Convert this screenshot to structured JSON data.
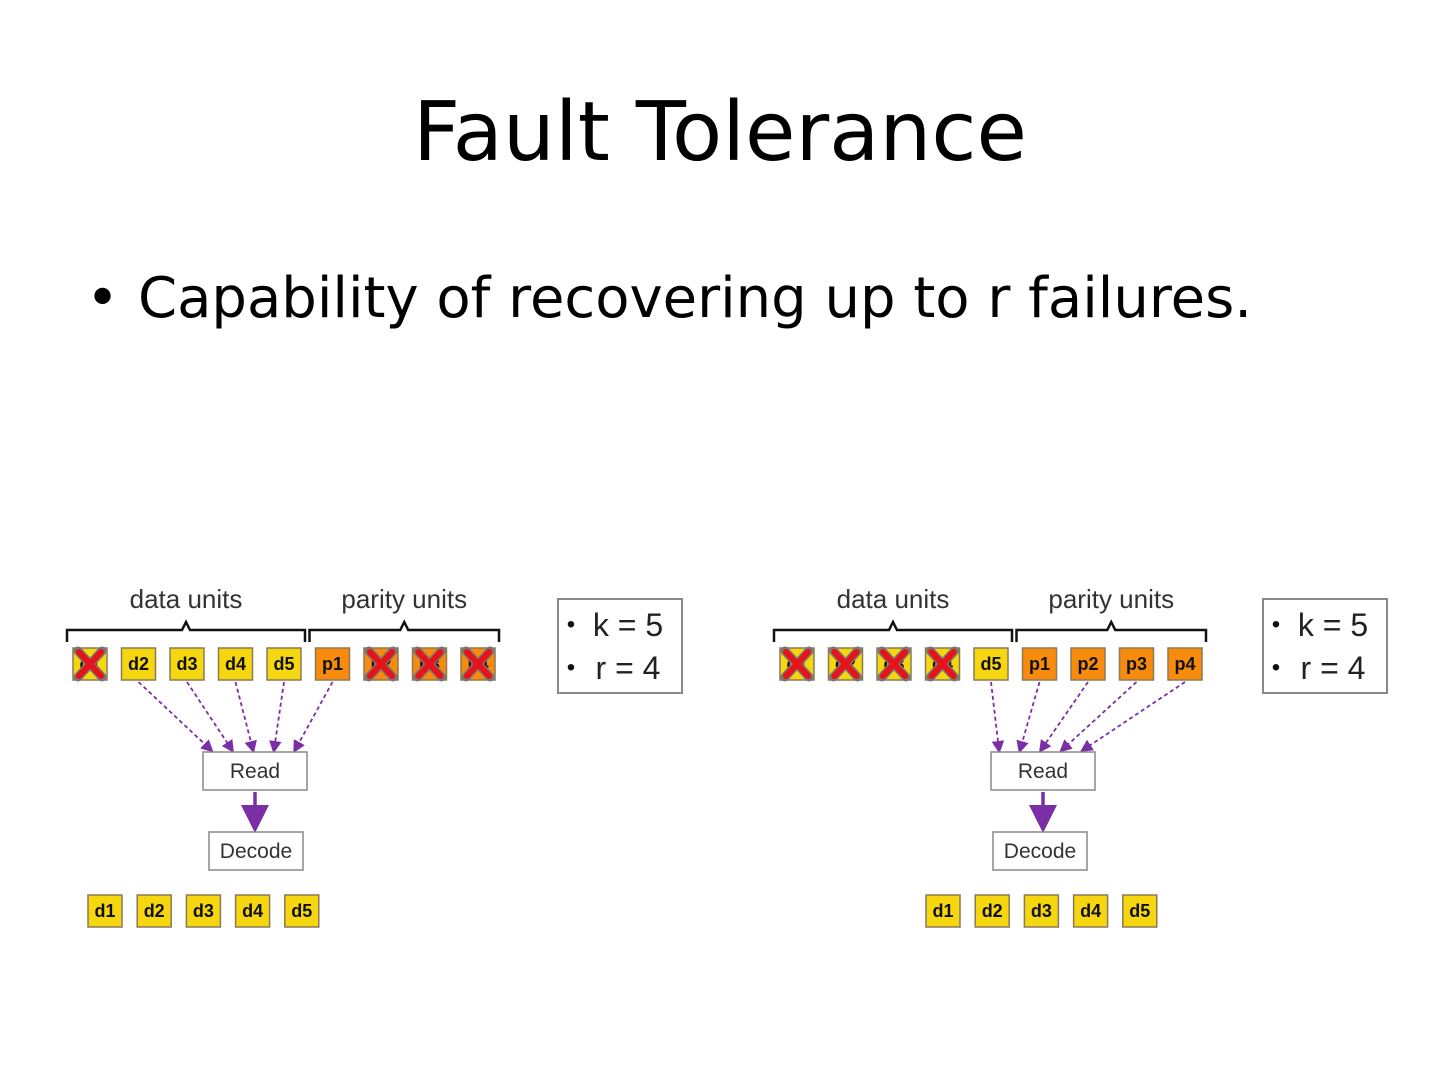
{
  "slide": {
    "title": "Fault Tolerance",
    "bullets": [
      "Capability of recovering up to r failures."
    ]
  },
  "colors": {
    "data_unit": "#f5d60f",
    "parity_unit": "#f98b0c",
    "failure_x": "#e8121a",
    "arrow": "#7b2fa5"
  },
  "diagrams": [
    {
      "data_label": "data units",
      "parity_label": "parity units",
      "units": [
        {
          "label": "d1",
          "kind": "data",
          "failed": true
        },
        {
          "label": "d2",
          "kind": "data",
          "failed": false
        },
        {
          "label": "d3",
          "kind": "data",
          "failed": false
        },
        {
          "label": "d4",
          "kind": "data",
          "failed": false
        },
        {
          "label": "d5",
          "kind": "data",
          "failed": false
        },
        {
          "label": "p1",
          "kind": "parity",
          "failed": false
        },
        {
          "label": "p2",
          "kind": "parity",
          "failed": true
        },
        {
          "label": "p3",
          "kind": "parity",
          "failed": true
        },
        {
          "label": "p4",
          "kind": "parity",
          "failed": true
        }
      ],
      "params": [
        "k = 5",
        "r = 4"
      ],
      "read_label": "Read",
      "decode_label": "Decode",
      "outputs": [
        "d1",
        "d2",
        "d3",
        "d4",
        "d5"
      ]
    },
    {
      "data_label": "data units",
      "parity_label": "parity units",
      "units": [
        {
          "label": "d1",
          "kind": "data",
          "failed": true
        },
        {
          "label": "d2",
          "kind": "data",
          "failed": true
        },
        {
          "label": "d3",
          "kind": "data",
          "failed": true
        },
        {
          "label": "d4",
          "kind": "data",
          "failed": true
        },
        {
          "label": "d5",
          "kind": "data",
          "failed": false
        },
        {
          "label": "p1",
          "kind": "parity",
          "failed": false
        },
        {
          "label": "p2",
          "kind": "parity",
          "failed": false
        },
        {
          "label": "p3",
          "kind": "parity",
          "failed": false
        },
        {
          "label": "p4",
          "kind": "parity",
          "failed": false
        }
      ],
      "params": [
        "k = 5",
        "r = 4"
      ],
      "read_label": "Read",
      "decode_label": "Decode",
      "outputs": [
        "d1",
        "d2",
        "d3",
        "d4",
        "d5"
      ]
    }
  ]
}
